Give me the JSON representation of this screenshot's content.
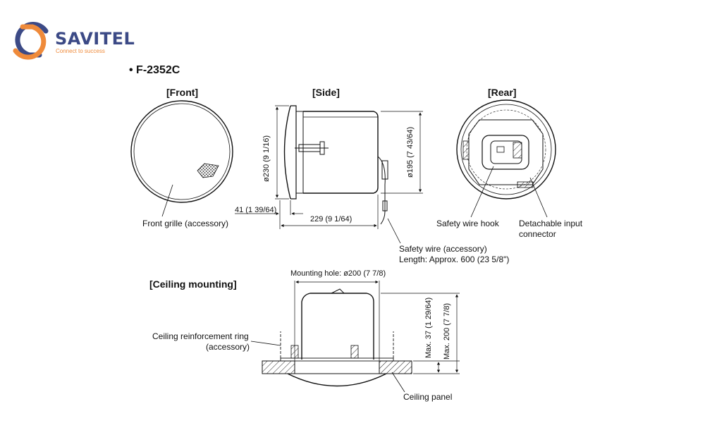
{
  "brand": {
    "name": "SAVITEL",
    "tagline": "Connect to success",
    "colors": {
      "primary": "#3c4a86",
      "accent": "#ef8a3a"
    }
  },
  "model": "• F-2352C",
  "views": {
    "front": "[Front]",
    "side": "[Side]",
    "rear": "[Rear]",
    "ceiling": "[Ceiling mounting]"
  },
  "labels": {
    "front_grille": "Front grille (accessory)",
    "safety_wire_hook": "Safety wire hook",
    "detachable_connector_1": "Detachable input",
    "detachable_connector_2": "connector",
    "safety_wire_1": "Safety wire (accessory)",
    "safety_wire_2": "Length: Approx. 600 (23 5/8\")",
    "ceiling_ring_1": "Ceiling reinforcement ring",
    "ceiling_ring_2": "(accessory)",
    "ceiling_panel": "Ceiling panel"
  },
  "dimensions": {
    "side_diameter": "ø230 (9 1/16)",
    "side_depth_front": "41 (1 39/64)",
    "side_depth": "229 (9 1/64)",
    "side_body_diameter": "ø195 (7 43/64)",
    "mounting_hole": "Mounting hole: ø200 (7 7/8)",
    "max_thickness": "Max. 37 (1 29/64)",
    "max_height": "Max. 200 (7 7/8)"
  }
}
